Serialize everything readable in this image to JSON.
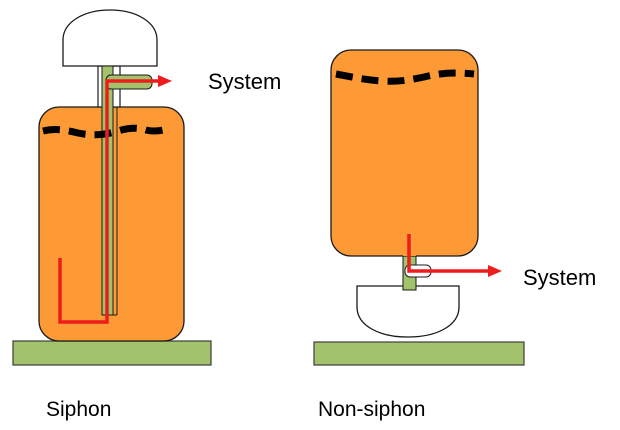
{
  "labels": {
    "siphon_system": "System",
    "nonsiphon_system": "System",
    "siphon_caption": "Siphon",
    "nonsiphon_caption": "Non-siphon"
  },
  "colors": {
    "tank_fill": "#fd9a36",
    "tank_stroke": "#1a1a1a",
    "base_fill": "#a2c26c",
    "base_stroke": "#3c3c3c",
    "pipe_fill": "#a2c26c",
    "flow_line": "#ee1c1c",
    "cap_fill": "#ffffff",
    "liquid_level": "#000000"
  },
  "components": {
    "siphon": [
      "upright-cylinder",
      "top-cap",
      "dip-tube",
      "liquid-level",
      "base-plate",
      "outlet-arrow"
    ],
    "non_siphon": [
      "inverted-cylinder",
      "bottom-cap",
      "valve-stem",
      "liquid-level",
      "base-plate",
      "outlet-arrow"
    ]
  }
}
